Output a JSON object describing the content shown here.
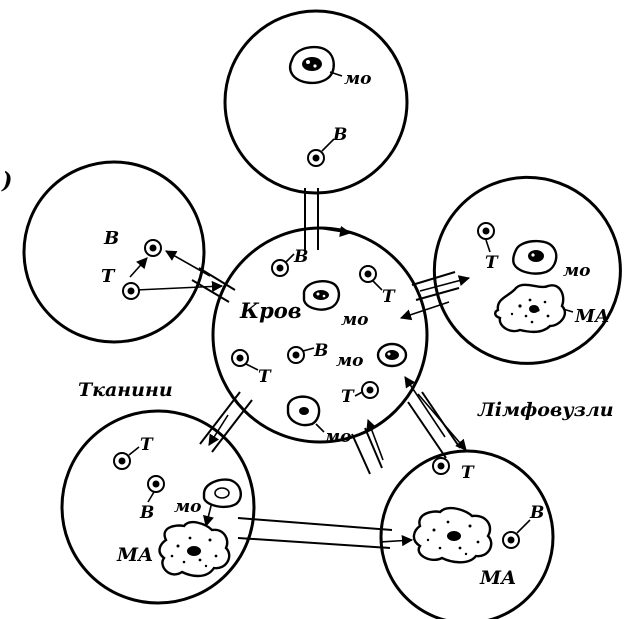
{
  "labels": {
    "blood": "Кров",
    "tissues": "Тканини",
    "lymph_nodes": "Лімфовузли",
    "paren": ")"
  },
  "cells": {
    "b": "В",
    "t": "Т",
    "mo": "мо",
    "ma": "МА"
  },
  "colors": {
    "ink": "#000000",
    "paper": "#ffffff"
  }
}
